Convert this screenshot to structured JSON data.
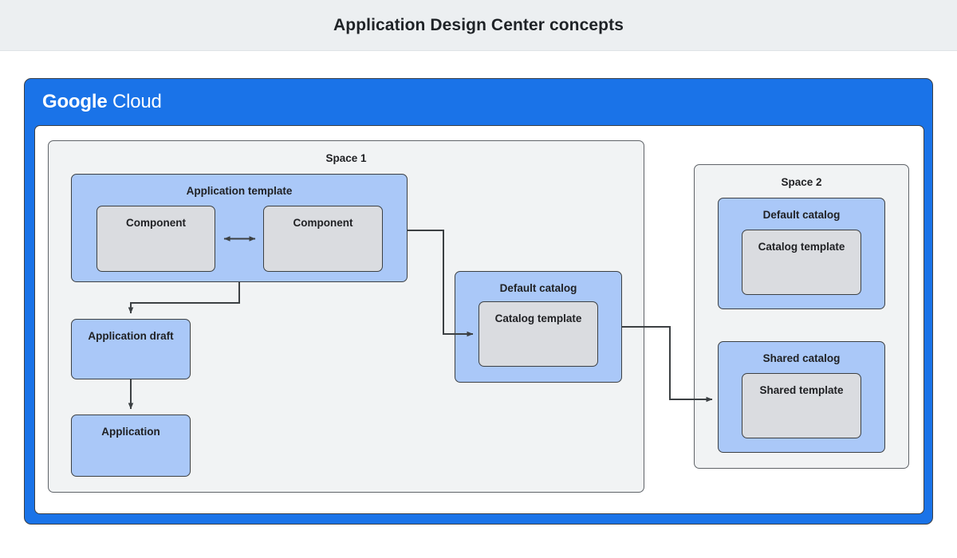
{
  "header": {
    "title": "Application Design Center concepts"
  },
  "cloud": {
    "brand_primary": "Google",
    "brand_secondary": "Cloud",
    "brand_color": "#1a73e8"
  },
  "colors": {
    "header_bg": "#eceff1",
    "cloud_blue": "#1a73e8",
    "space_bg": "#f1f3f4",
    "node_blue": "#aac8f8",
    "node_grey": "#dadce0",
    "border": "#3c4043",
    "text": "#202124"
  },
  "spaces": [
    {
      "id": "space1",
      "label": "Space 1"
    },
    {
      "id": "space2",
      "label": "Space 2"
    }
  ],
  "nodes": {
    "application_template": "Application template",
    "component_left": "Component",
    "component_right": "Component",
    "application_draft": "Application draft",
    "application": "Application",
    "default_catalog_space1": "Default catalog",
    "catalog_template_space1": "Catalog template",
    "default_catalog_space2": "Default catalog",
    "catalog_template_space2": "Catalog template",
    "shared_catalog": "Shared catalog",
    "shared_template": "Shared template"
  },
  "connections": [
    {
      "from": "component_left",
      "to": "component_right",
      "type": "bidirectional"
    },
    {
      "from": "application_template",
      "to": "application_draft",
      "type": "arrow"
    },
    {
      "from": "application_draft",
      "to": "application",
      "type": "arrow"
    },
    {
      "from": "application_template",
      "to": "catalog_template_space1",
      "type": "arrow"
    },
    {
      "from": "default_catalog_space1",
      "to": "shared_catalog",
      "type": "arrow"
    }
  ]
}
